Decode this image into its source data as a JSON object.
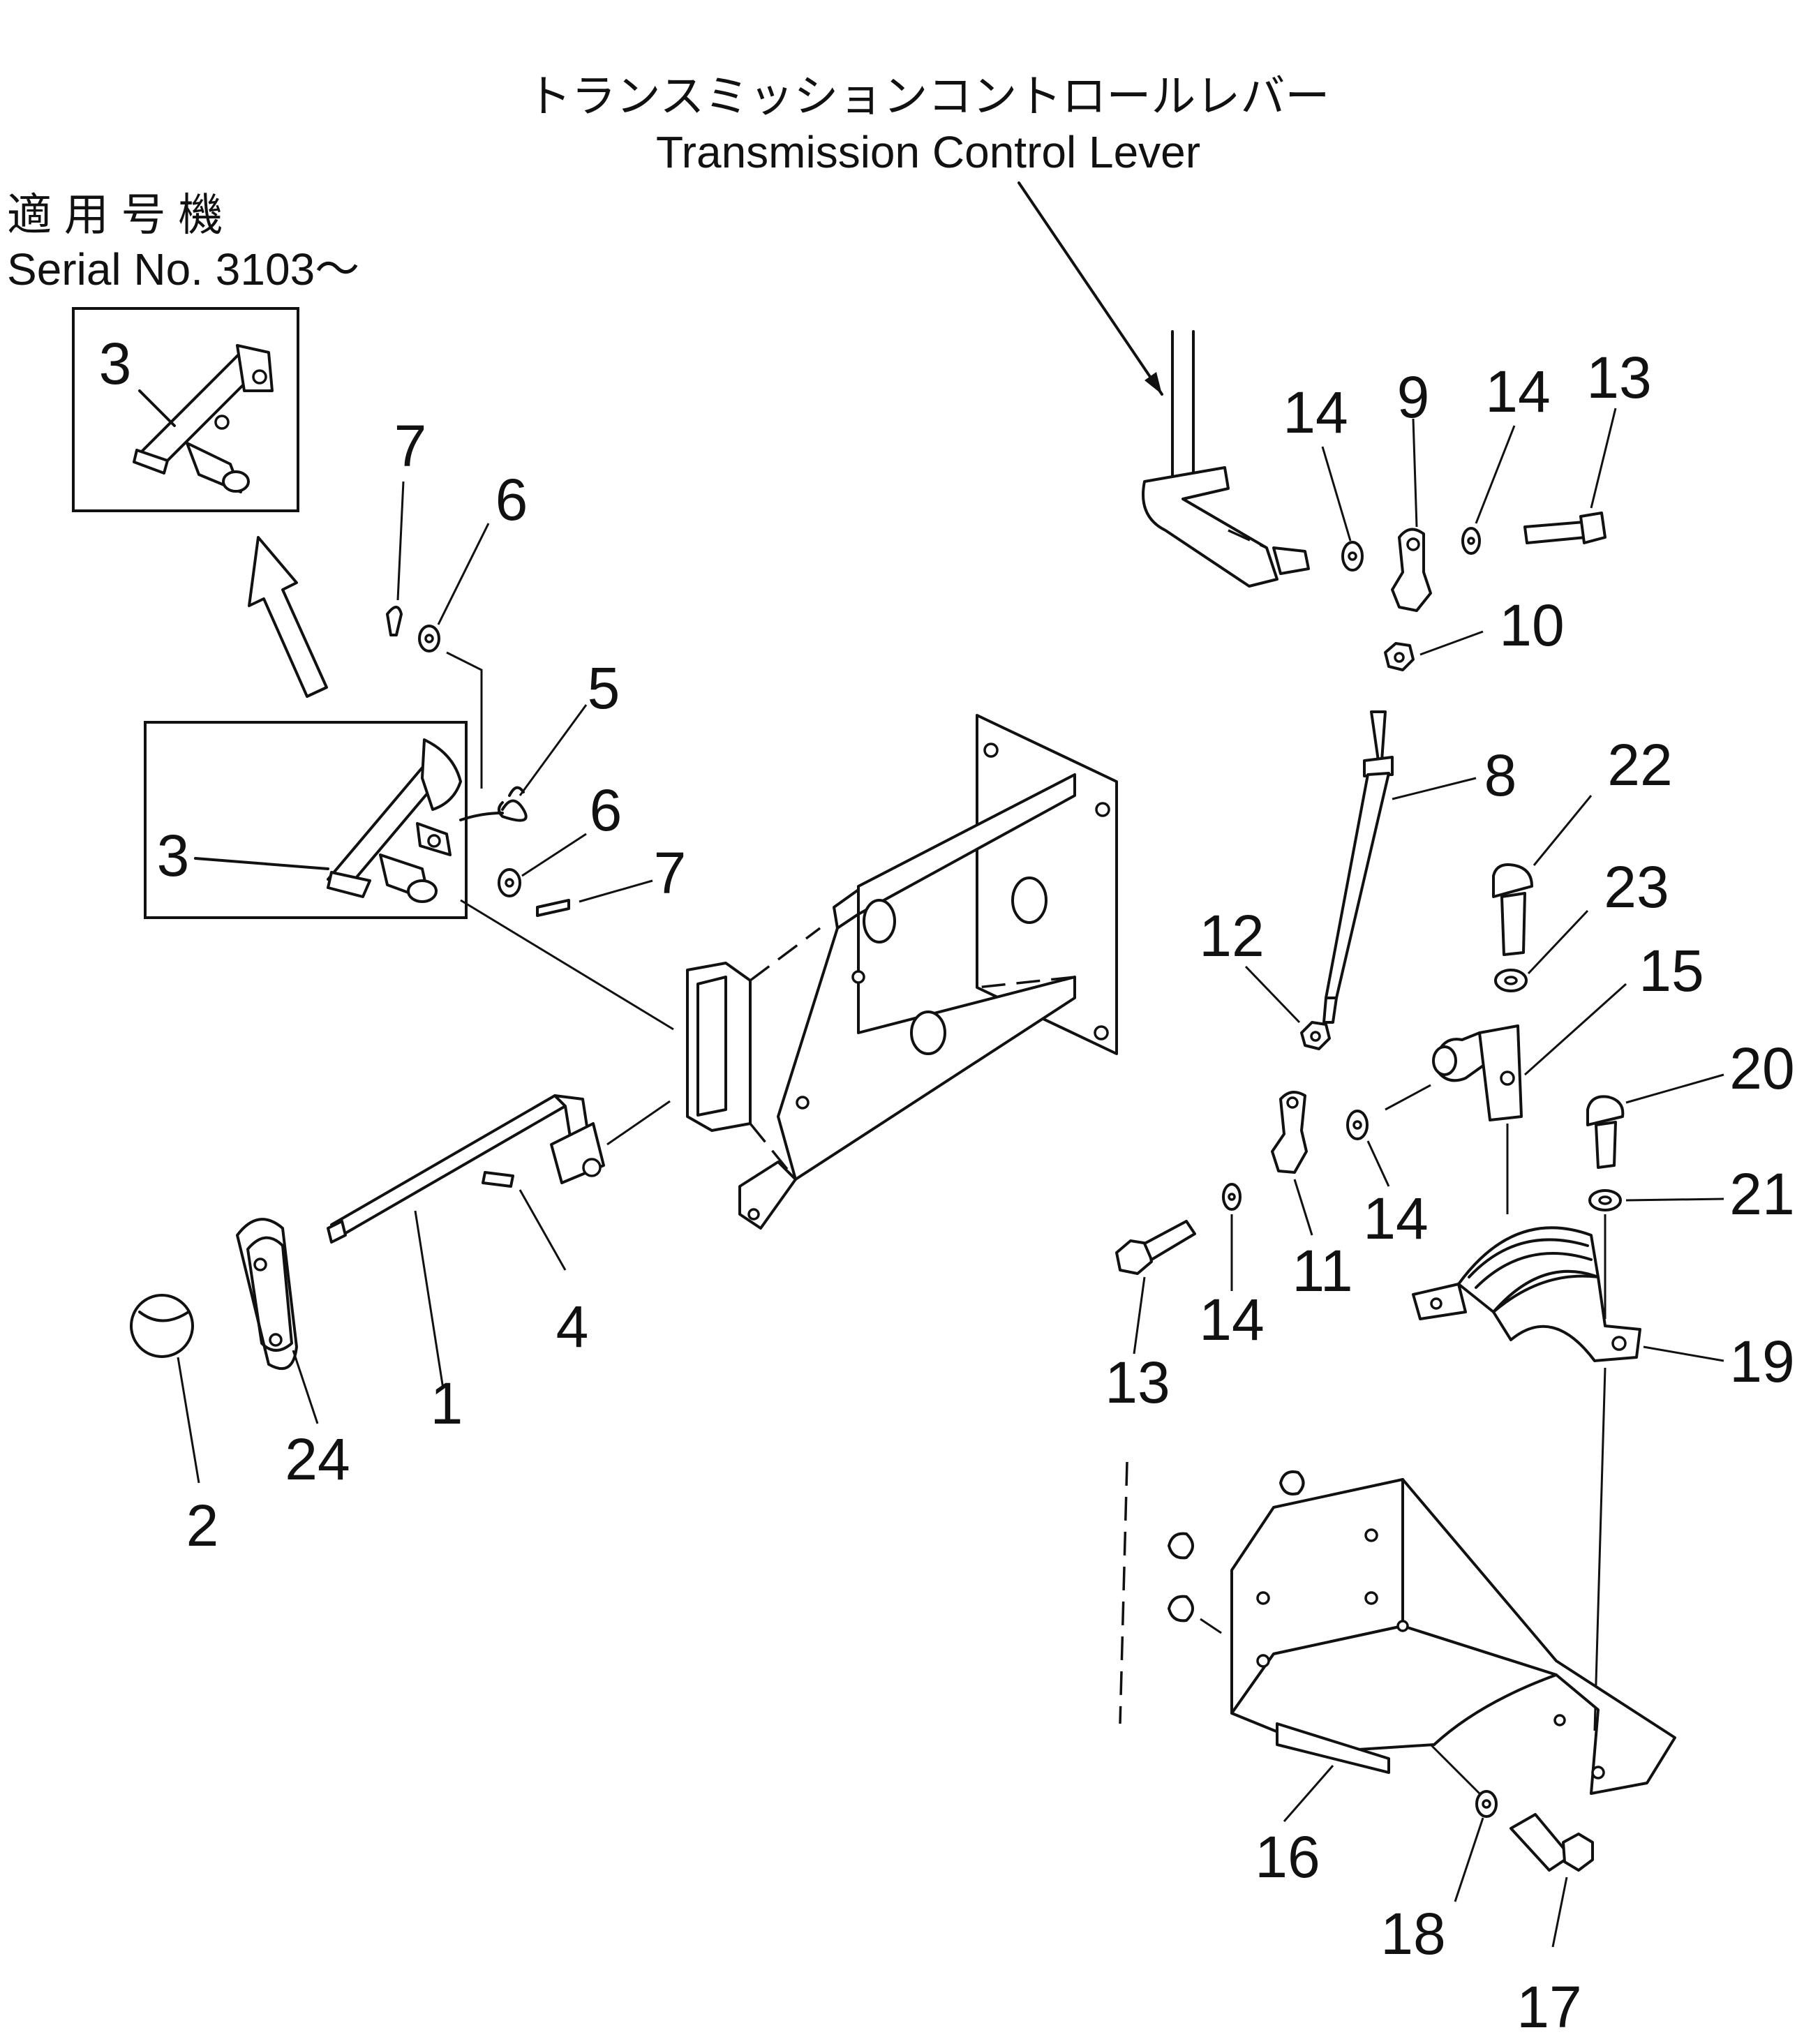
{
  "header": {
    "lever_label_jp": "トランスミッションコントロールレバー",
    "lever_label_en": "Transmission Control Lever",
    "serial_label_jp": "適 用 号 機",
    "serial_label_en": "Serial No. 3103～"
  },
  "callouts": {
    "c1": "1",
    "c2": "2",
    "c3a": "3",
    "c3b": "3",
    "c4": "4",
    "c5": "5",
    "c6a": "6",
    "c6b": "6",
    "c7a": "7",
    "c7b": "7",
    "c8": "8",
    "c9": "9",
    "c10": "10",
    "c11": "11",
    "c12": "12",
    "c13a": "13",
    "c13b": "13",
    "c14a": "14",
    "c14b": "14",
    "c14c": "14",
    "c14d": "14",
    "c15": "15",
    "c16": "16",
    "c17": "17",
    "c18": "18",
    "c19": "19",
    "c20": "20",
    "c21": "21",
    "c22": "22",
    "c23": "23",
    "c24": "24"
  }
}
